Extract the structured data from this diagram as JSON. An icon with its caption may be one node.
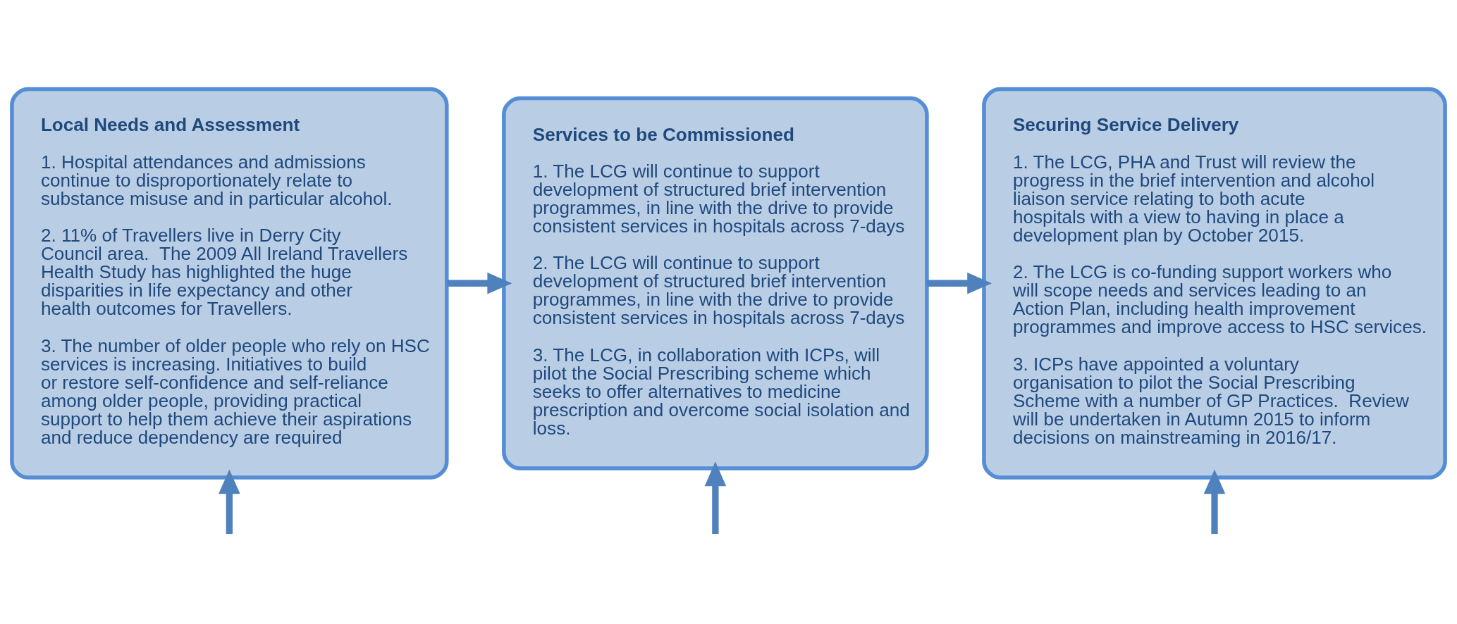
{
  "diagram": {
    "nodes": [
      {
        "text": [
          "Local Needs and Assessment",
          "1. Hospital attendances and admissions continue to disproportionately relate to substance misuse and in particular alcohol.",
          "2. 11% of Travellers live in Derry City Council area.  The 2009 All Ireland Travellers Health Study has highlighted the huge disparities in life expectancy and other health outcomes for Travellers.",
          "3. The number of older people who rely on HSC services is increasing. Initiatives to build or restore self-confidence and self-reliance among older people, providing practical support to help them achieve their aspirations and reduce dependency are required"
        ]
      },
      {
        "text": [
          "Services to be Commissioned",
          "1. The LCG will continue to support development of structured brief intervention programmes, in line with the drive to provide consistent services in hospitals across 7-days",
          "2. The LCG will continue to support development of structured brief intervention programmes, in line with the drive to provide consistent services in hospitals across 7-days",
          "3. The LCG, in collaboration with ICPs, will pilot the Social Prescribing scheme which seeks to offer alternatives to medicine prescription and overcome social isolation and loss."
        ]
      },
      {
        "text": [
          "Securing Service Delivery",
          "1. The LCG, PHA and Trust will review the progress in the brief intervention and alcohol liaison service relating to both acute hospitals with a view to having in place a development plan by October 2015.",
          "2. The LCG is co-funding support workers who will scope needs and services leading to an Action Plan, including health improvement programmes and improve access to HSC services.",
          "3. ICPs have appointed a voluntary organisation to pilot the Social Prescribing Scheme with a number of GP Practices.  Review will be undertaken in Autumn 2015 to inform decisions on mainstreaming in 2016/17."
        ]
      }
    ],
    "edges": [
      {
        "from": 0,
        "to": 1,
        "arrow": "to"
      },
      {
        "from": 1,
        "to": 2,
        "arrow": "to"
      },
      {
        "from": null,
        "to": 0,
        "arrow": "to"
      },
      {
        "from": null,
        "to": 1,
        "arrow": "to"
      },
      {
        "from": null,
        "to": 2,
        "arrow": "to"
      }
    ]
  }
}
